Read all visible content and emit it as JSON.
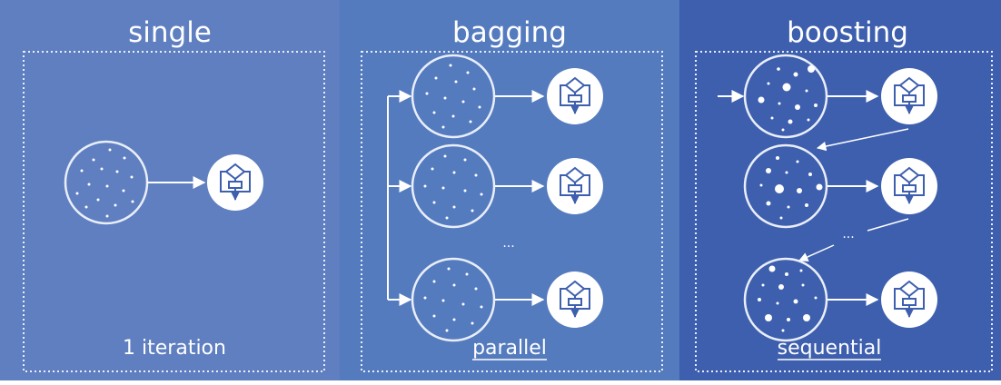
{
  "colors": {
    "single_bg": "#5f7fc0",
    "bagging_bg": "#557bbf",
    "boosting_bg": "#3e5fae",
    "stroke": "#e9eef8"
  },
  "panels": {
    "single": {
      "title": "single",
      "caption": "1 iteration"
    },
    "bagging": {
      "title": "bagging",
      "caption": "parallel",
      "ellipsis": "..."
    },
    "boosting": {
      "title": "boosting",
      "caption": "sequential",
      "ellipsis": "..."
    }
  },
  "icons": [
    "dataset-sample-icon",
    "flowchart-model-icon"
  ]
}
